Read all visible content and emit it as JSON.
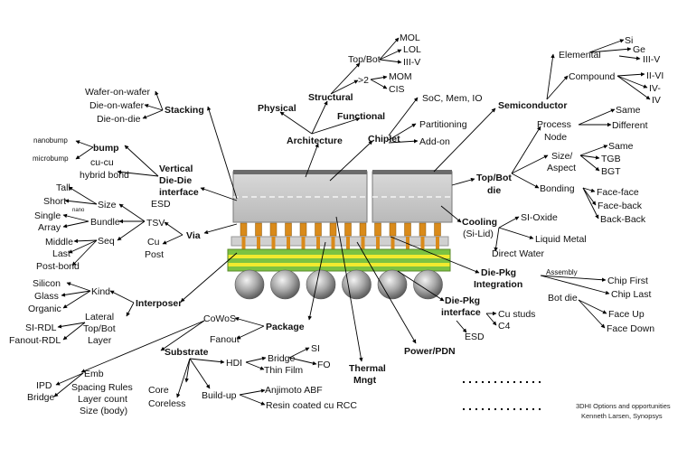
{
  "labels": {
    "physical": "Physical",
    "structural": "Structural",
    "top_bot": "Top/Bot",
    "mol": "MOL",
    "lol": "LOL",
    "iii_v_struct": "III-V",
    "gt2": ">2",
    "mom": "MOM",
    "cis": "CIS",
    "functional": "Functional",
    "architecture": "Architecture",
    "chiplet": "Chiplet",
    "soc_mem_io": "SoC, Mem, IO",
    "partitioning": "Partitioning",
    "add_on": "Add-on",
    "semiconductor": "Semiconductor",
    "elemental": "Elemental",
    "si": "Si",
    "ge": "Ge",
    "iii_v": "III-V",
    "compound": "Compound",
    "ii_vi": "II-VI",
    "iv_v": "IV-",
    "iv_v2": "IV",
    "process_node_1": "Process",
    "process_node_2": "Node",
    "same_1": "Same",
    "different": "Different",
    "size_aspect_1": "Size/",
    "size_aspect_2": "Aspect",
    "same_2": "Same",
    "tgb": "TGB",
    "bgt": "BGT",
    "top_bot_die_1": "Top/Bot",
    "top_bot_die_2": "die",
    "bonding": "Bonding",
    "face_face": "Face-face",
    "face_back": "Face-back",
    "back_back": "Back-Back",
    "cooling_1": "Cooling",
    "cooling_2": "(Si-Lid)",
    "si_oxide": "SI-Oxide",
    "liquid_metal": "Liquid Metal",
    "direct_water": "Direct Water",
    "die_pkg_integ_1": "Die-Pkg",
    "die_pkg_integ_2": "Integration",
    "assembly": "Assembly",
    "chip_first": "Chip First",
    "chip_last": "Chip Last",
    "bot_die": "Bot die",
    "face_up": "Face Up",
    "face_down": "Face Down",
    "die_pkg_iface_1": "Die-Pkg",
    "die_pkg_iface_2": "interface",
    "cu_studs": "Cu studs",
    "c4": "C4",
    "esd_r": "ESD",
    "power_pdn": "Power/PDN",
    "thermal_1": "Thermal",
    "thermal_2": "Mngt",
    "stacking": "Stacking",
    "wafer_on_wafer": "Wafer-on-wafer",
    "die_on_wafer": "Die-on-wafer",
    "die_on_die": "Die-on-die",
    "bump": "bump",
    "nanobump": "nanobump",
    "microbump": "microbump",
    "cu_cu_1": "cu-cu",
    "cu_cu_2": "hybrid bond",
    "vertical_1": "Vertical",
    "vertical_2": "Die-Die",
    "vertical_3": "interface",
    "esd_l": "ESD",
    "tall": "Tall",
    "short": "Short",
    "nano": "nano",
    "size": "Size",
    "single": "Single",
    "array": "Array",
    "bundle": "Bundle",
    "tsv": "TSV",
    "middle": "Middle",
    "last": "Last",
    "seq": "Seq",
    "post_bond": "Post-bond",
    "cu": "Cu",
    "post": "Post",
    "via": "Via",
    "silicon": "Silicon",
    "glass": "Glass",
    "organic": "Organic",
    "kind": "Kind",
    "interposer": "Interposer",
    "lateral": "Lateral",
    "top_bot_l": "Top/Bot",
    "layer": "Layer",
    "si_rdl": "SI-RDL",
    "fanout_rdl": "Fanout-RDL",
    "cowos": "CoWoS",
    "package": "Package",
    "fanout": "Fanout",
    "substrate": "Substrate",
    "emb": "Emb",
    "ipd": "IPD",
    "bridge_l": "Bridge",
    "spacing_rules": "Spacing Rules",
    "layer_count": "Layer count",
    "size_body": "Size (body)",
    "core": "Core",
    "coreless": "Coreless",
    "build_up": "Build-up",
    "hdi": "HDI",
    "bridge_r": "Bridge",
    "thin_film": "Thin Film",
    "si_small": "SI",
    "fo": "FO",
    "ajinomoto": "Anjimoto ABF",
    "resin": "Resin coated cu RCC",
    "credit_1": "3DHI Options and opportunities",
    "credit_2": "Kenneth Larsen, Synopsys"
  },
  "colors": {
    "die": "#c8c8c8",
    "die_edge": "#8a8a8a",
    "bump": "#d98a1a",
    "interposer_green": "#7cc242",
    "interposer_yellow": "#f2ea2e",
    "ball": "#9a9a9a"
  }
}
